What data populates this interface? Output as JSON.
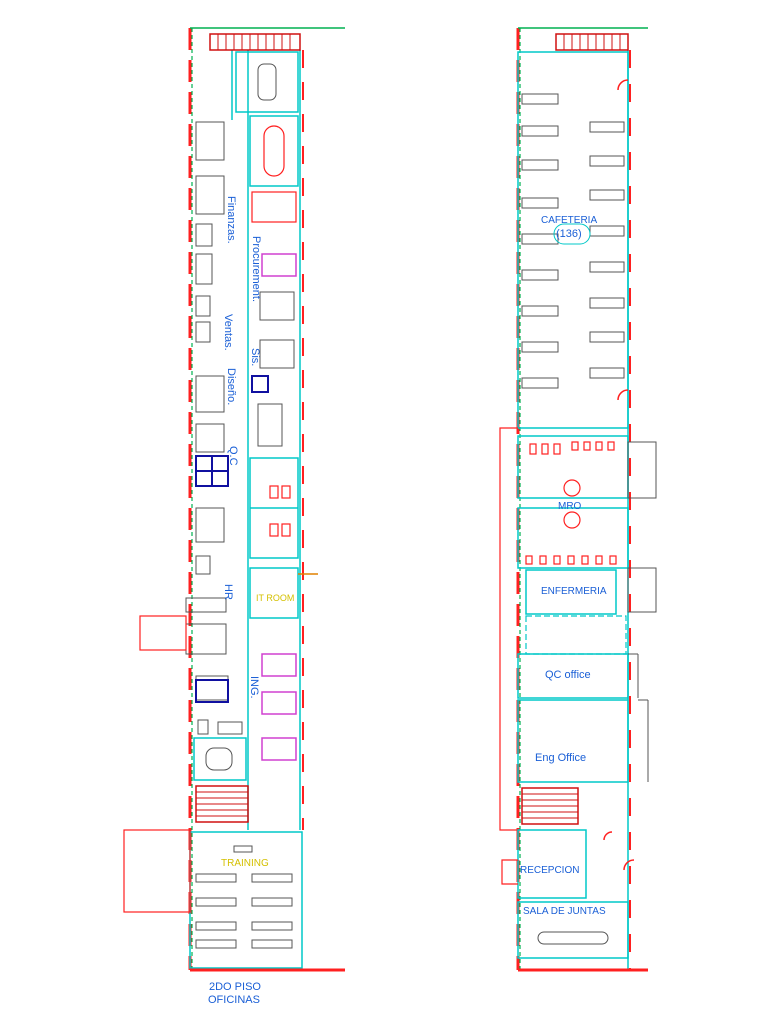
{
  "colors": {
    "wall": "#00c8c8",
    "exterior": "#ff2020",
    "window": "#00b050",
    "stairs": "#d01010",
    "label_blue": "#1a5fd6",
    "label_yellow": "#d4c000",
    "magenta": "#d040d0",
    "navy": "#1010a0",
    "furniture": "#555555"
  },
  "left_plan": {
    "labels": {
      "finanzas": "Finanzas.",
      "procurement": "Procurement.",
      "ventas": "Ventas.",
      "sis": "Sis.",
      "diseno": "Diseño.",
      "qc": "Q.C",
      "it_room": "IT ROOM",
      "hr": "HR",
      "ing": "ING.",
      "training": "TRAINING",
      "floor_line1": "2DO PISO",
      "floor_line2": "OFICINAS"
    }
  },
  "right_plan": {
    "labels": {
      "cafeteria": "CAFETERIA",
      "capacity": "(136)",
      "mro": "MRO",
      "enfermeria": "ENFERMERIA",
      "qc_office": "QC office",
      "eng_office": "Eng Office",
      "recepcion": "RECEPCION",
      "sala_juntas": "SALA DE JUNTAS"
    }
  }
}
